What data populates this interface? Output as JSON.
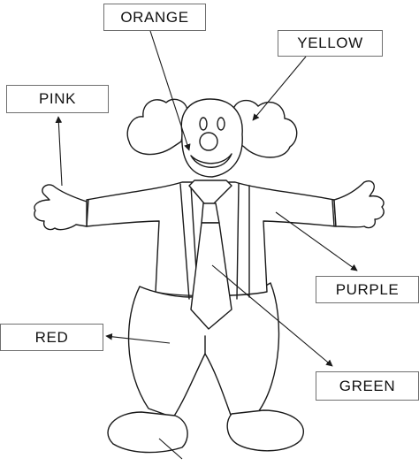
{
  "labels": {
    "orange": "ORANGE",
    "yellow": "YELLOW",
    "pink": "PINK",
    "purple": "PURPLE",
    "red": "RED",
    "green": "GREEN"
  }
}
